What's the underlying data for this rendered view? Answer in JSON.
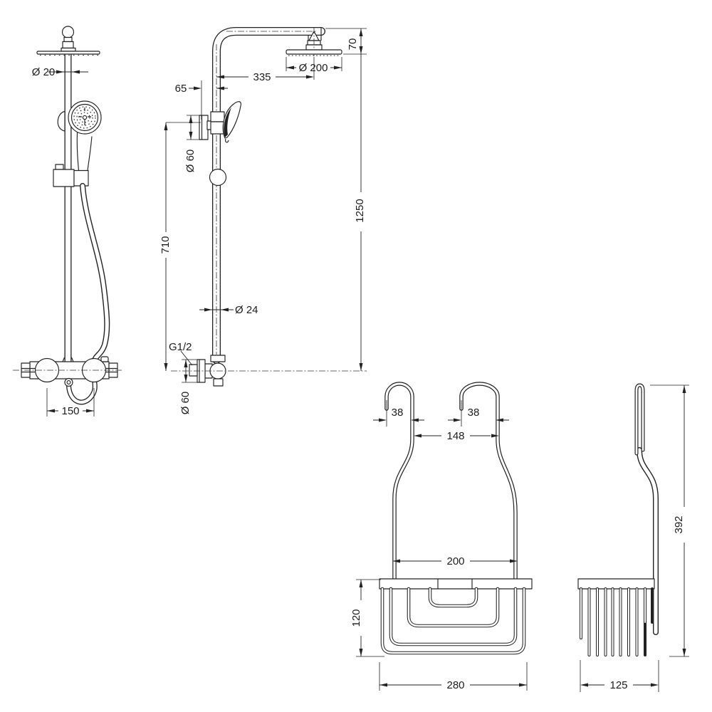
{
  "drawing": {
    "line_color": "#222222",
    "shower_front_view": {
      "dims": {
        "top_pipe_diameter": "Ø 20",
        "valve_fixing_centres": "150"
      }
    },
    "shower_side_view": {
      "dims": {
        "head_drop_height": "70",
        "head_reach": "335",
        "head_diameter": "Ø 200",
        "wall_to_riser": "65",
        "bracket_flange_diameter": "Ø 60",
        "riser_length": "710",
        "riser_pipe_diameter": "Ø 24",
        "inlet_thread": "G1/2",
        "valve_flange_diameter": "Ø 60",
        "overall_height": "1250"
      }
    },
    "caddy_front_view": {
      "dims": {
        "left_hook_opening": "38",
        "right_hook_opening": "38",
        "hook_centres": "148",
        "rail_width": "200",
        "basket_height": "120",
        "basket_width": "280"
      }
    },
    "caddy_side_view": {
      "dims": {
        "overall_height": "392",
        "basket_depth": "125"
      }
    }
  }
}
